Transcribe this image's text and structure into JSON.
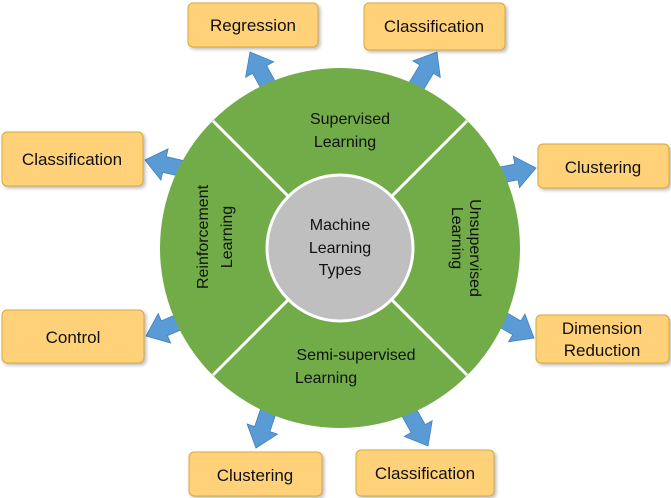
{
  "colors": {
    "wheel": "#71AC48",
    "wheel_border": "#FFFFFF",
    "core": "#BFBFBF",
    "arrow": "#5B9BD5",
    "box_fill": "#FFD27A",
    "box_border": "#D8A63F"
  },
  "center": {
    "line1": "Machine",
    "line2": "Learning",
    "line3": "Types"
  },
  "segments": {
    "supervised": {
      "line1": "Supervised",
      "line2": "Learning"
    },
    "unsupervised": {
      "line1": "Unsupervised",
      "line2": "Learning"
    },
    "semi_supervised": {
      "line1": "Semi-supervised",
      "line2": "Learning"
    },
    "reinforcement": {
      "line1": "Reinforcement",
      "line2": "Learning"
    }
  },
  "outputs": {
    "regression": "Regression",
    "classification_supervised": "Classification",
    "clustering_unsupervised": "Clustering",
    "dimension_reduction": {
      "line1": "Dimension",
      "line2": "Reduction"
    },
    "classification_semi": "Classification",
    "clustering_semi": "Clustering",
    "control": "Control",
    "classification_reinforcement": "Classification"
  }
}
